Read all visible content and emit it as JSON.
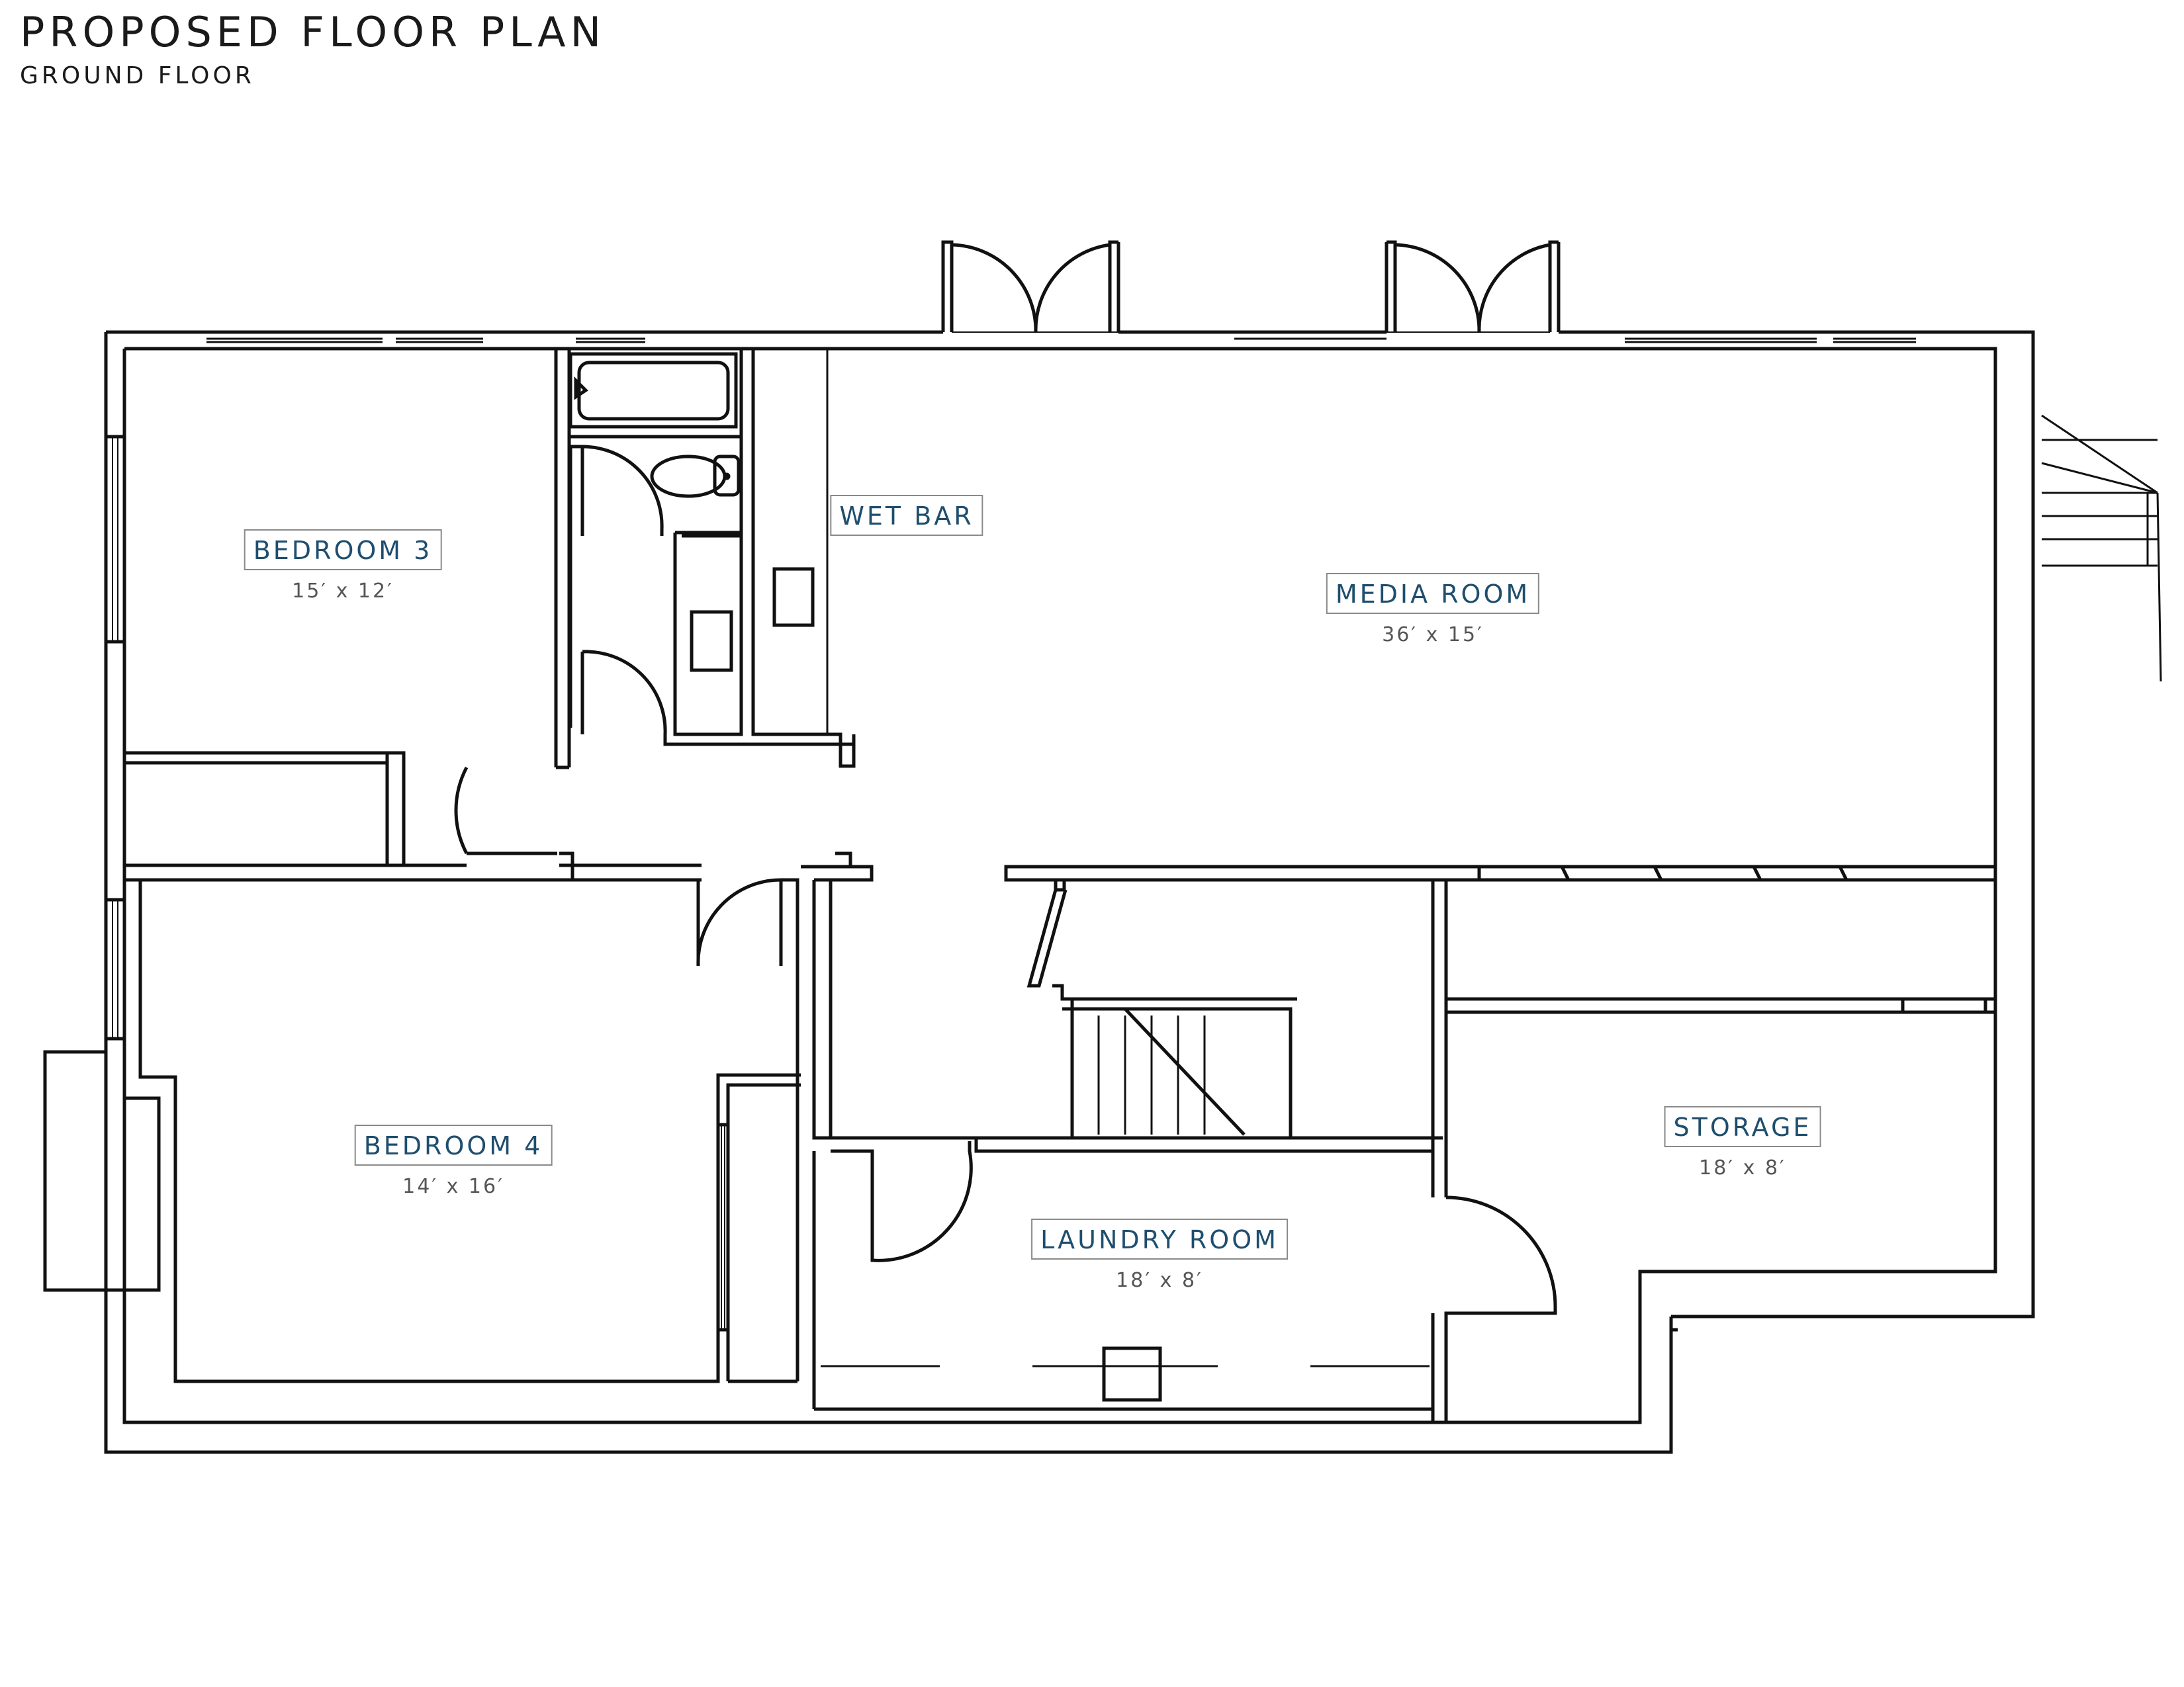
{
  "title": "PROPOSED FLOOR PLAN",
  "subtitle": "GROUND FLOOR",
  "colors": {
    "wall": "#111111",
    "label_text": "#1f4e6e",
    "label_border": "#8a8a8a",
    "dimension_text": "#555555"
  },
  "rooms": [
    {
      "id": "bedroom-3",
      "name": "BEDROOM 3",
      "dims": "15′ x 12′"
    },
    {
      "id": "wet-bar",
      "name": "WET BAR",
      "dims": ""
    },
    {
      "id": "media-room",
      "name": "MEDIA ROOM",
      "dims": "36′ x 15′"
    },
    {
      "id": "bedroom-4",
      "name": "BEDROOM 4",
      "dims": "14′ x 16′"
    },
    {
      "id": "storage",
      "name": "STORAGE",
      "dims": "18′ x 8′"
    },
    {
      "id": "laundry-room",
      "name": "LAUNDRY ROOM",
      "dims": "18′ x 8′"
    }
  ]
}
